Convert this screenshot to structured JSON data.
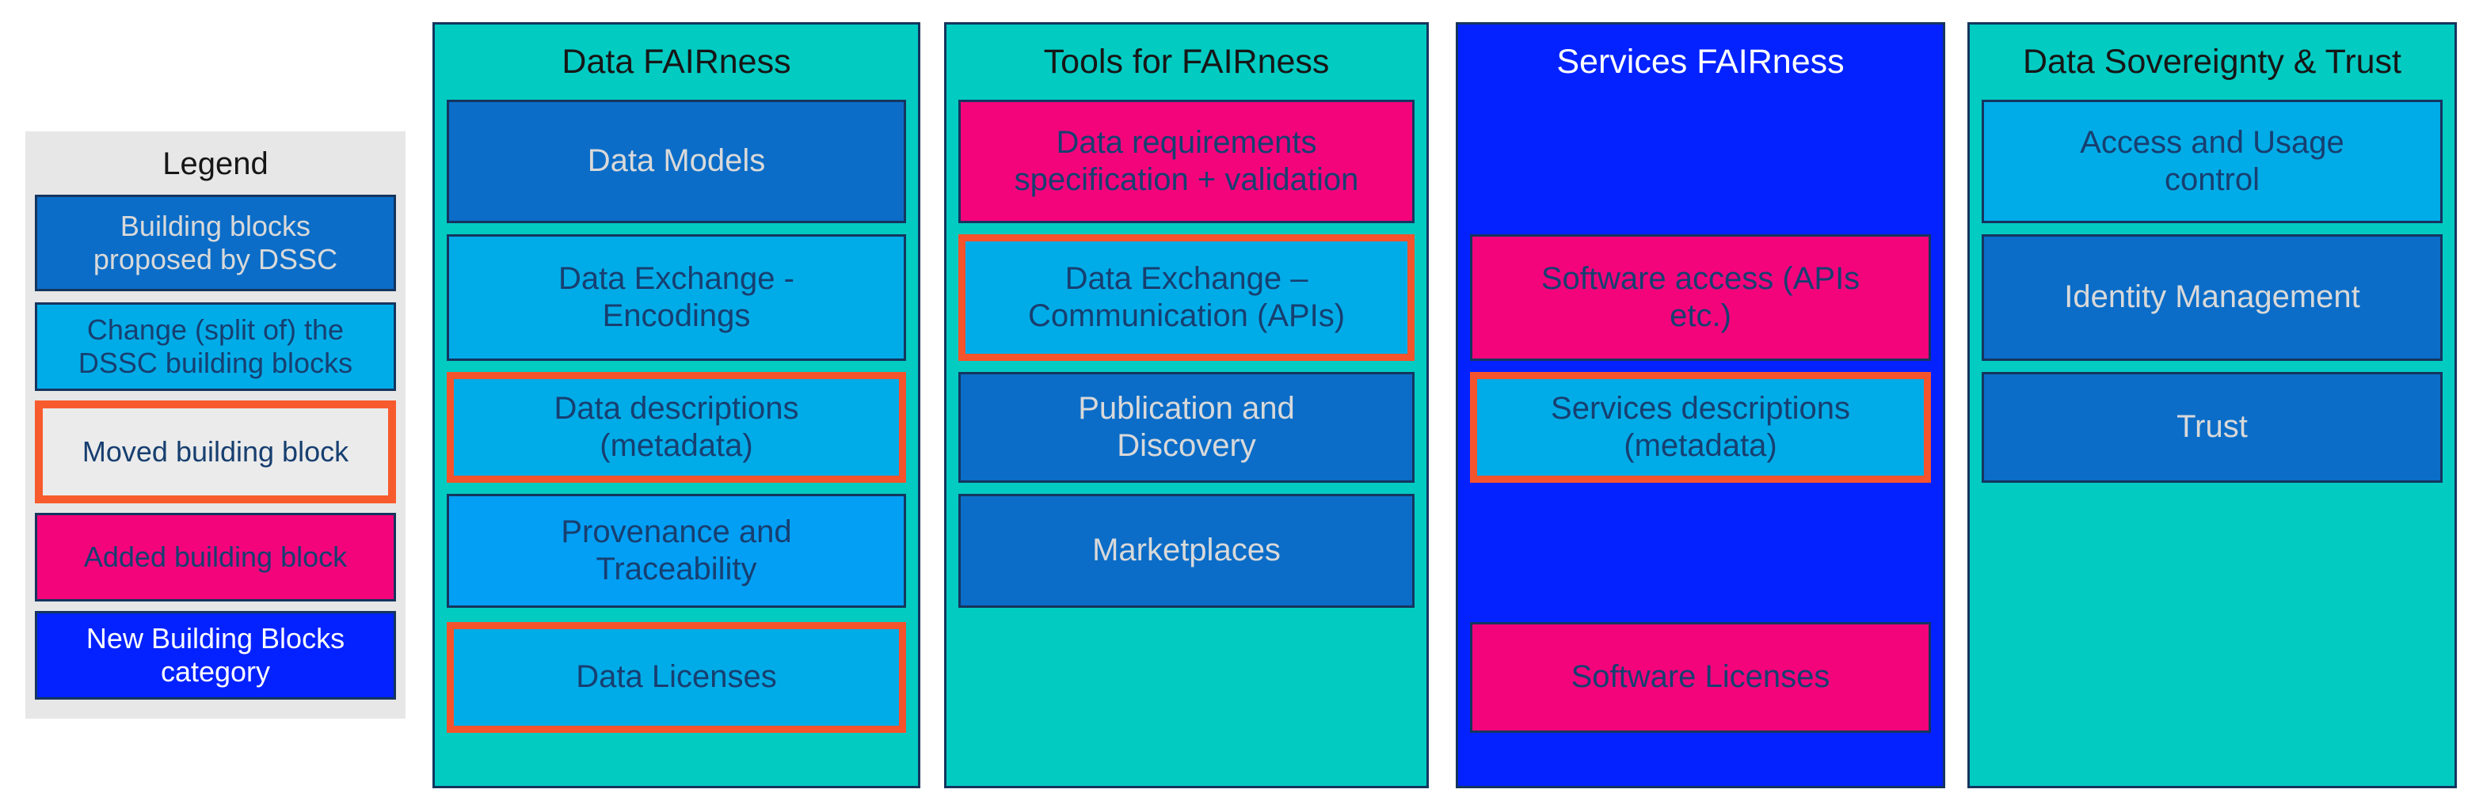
{
  "palette": {
    "teal_category_bg": "#02CBC2",
    "new_category_blue_bg": "#0322FF",
    "dssc_dark_blue": "#0B6DC8",
    "changed_light_blue": "#00ACE8",
    "provenance_light_blue": "#039FF5",
    "added_pink": "#F4047B",
    "moved_orange_border": "#F4532C",
    "legend_panel_gray": "#E7E7E7",
    "moved_legend_gray": "#EBEBEB",
    "navy_text": "#173F70",
    "light_text": "#D9D9D9",
    "white_text": "#FFFFFF",
    "title_black": "#161616",
    "block_border_navy": "#15355E"
  },
  "legend": {
    "title": "Legend",
    "items": [
      {
        "label": "Building blocks\nproposed by DSSC",
        "style": "dssc"
      },
      {
        "label": "Change (split of) the\nDSSC building blocks",
        "style": "changed"
      },
      {
        "label": "Moved building block",
        "style": "moved"
      },
      {
        "label": "Added building block",
        "style": "added"
      },
      {
        "label": "New Building Blocks\ncategory",
        "style": "new-category"
      }
    ]
  },
  "columns": [
    {
      "title": "Data FAIRness",
      "blocks": [
        {
          "label": "Data Models",
          "style": "dssc"
        },
        {
          "label": "Data Exchange -\nEncodings",
          "style": "changed"
        },
        {
          "label": "Data descriptions\n(metadata)",
          "style": "moved"
        },
        {
          "label": "Provenance and\nTraceability",
          "style": "changed"
        },
        {
          "label": "Data Licenses",
          "style": "moved"
        }
      ]
    },
    {
      "title": "Tools for FAIRness",
      "blocks": [
        {
          "label": "Data requirements\nspecification + validation",
          "style": "added"
        },
        {
          "label": "Data Exchange –\nCommunication (APIs)",
          "style": "moved"
        },
        {
          "label": "Publication and\nDiscovery",
          "style": "dssc"
        },
        {
          "label": "Marketplaces",
          "style": "dssc"
        }
      ]
    },
    {
      "title": "Services FAIRness",
      "blocks": [
        {
          "label": "Software access (APIs\netc.)",
          "style": "added"
        },
        {
          "label": "Services descriptions\n(metadata)",
          "style": "moved"
        },
        {
          "label": "Software Licenses",
          "style": "added"
        }
      ]
    },
    {
      "title": "Data Sovereignty & Trust",
      "blocks": [
        {
          "label": "Access and Usage\ncontrol",
          "style": "changed"
        },
        {
          "label": "Identity Management",
          "style": "dssc"
        },
        {
          "label": "Trust",
          "style": "dssc"
        }
      ]
    }
  ]
}
